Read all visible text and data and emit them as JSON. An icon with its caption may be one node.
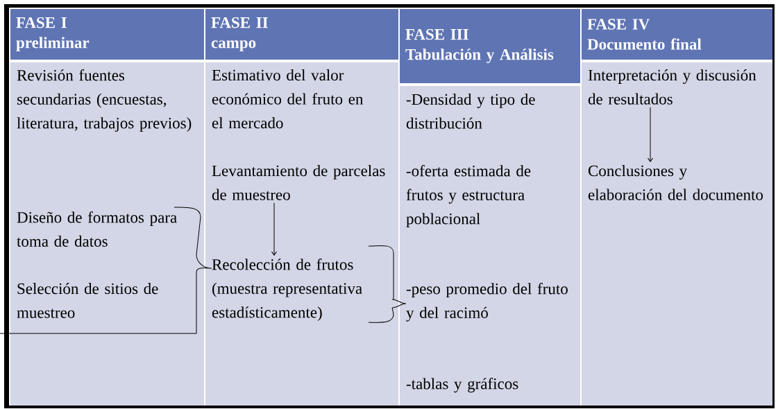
{
  "diagram": {
    "nodes": [
      {
        "text": [
          "FASE I",
          "preliminar"
        ]
      },
      {
        "text": [],
        "shape": "box"
      },
      {
        "text": [
          "Revisión fuentes secundarias (encuestas, literatura, trabajos previos)"
        ],
        "in": 1
      },
      {
        "text": [
          "Diseño de formatos para toma de datos"
        ],
        "in": 1
      },
      {
        "text": [
          "Selección de sitios de muestreo"
        ],
        "in": 1
      },
      {
        "text": [
          "FASE II",
          "campo"
        ]
      },
      {
        "text": [],
        "shape": "box"
      },
      {
        "text": [
          "Estimativo del valor económico del fruto en el mercado"
        ],
        "in": 6
      },
      {
        "text": [
          "Levantamiento de parcelas de muestreo"
        ],
        "in": 6
      },
      {
        "text": [
          "Recolección de frutos (muestra representativa estadísticamente)"
        ],
        "in": 6
      },
      {
        "text": [
          "FASE III",
          "Tabulación y Análisis"
        ]
      },
      {
        "text": [],
        "shape": "box"
      },
      {
        "text": [
          "-Densidad y tipo de distribución"
        ],
        "in": 11
      },
      {
        "text": [
          "-oferta estimada de frutos y estructura poblacional"
        ],
        "in": 11
      },
      {
        "text": [
          "-peso promedio del fruto y del racimó"
        ],
        "in": 11
      },
      {
        "text": [
          "-tablas y gráficos"
        ],
        "in": 11
      },
      {
        "text": [
          "FASE IV",
          "Documento final"
        ]
      },
      {
        "text": [],
        "shape": "box"
      },
      {
        "text": [
          "Interpretación y discusión de resultados"
        ],
        "in": 17
      },
      {
        "text": [
          "Conclusiones y elaboración del documento"
        ],
        "in": 17
      }
    ],
    "edges": [
      {
        "from": 3,
        "to": 9,
        "arrow": "none"
      },
      {
        "from": 4,
        "to": 9,
        "arrow": "none"
      },
      {
        "from": 8,
        "to": 9,
        "arrow": "to"
      },
      {
        "from": 9,
        "to": 14,
        "arrow": "none"
      },
      {
        "from": 18,
        "to": 19,
        "arrow": "to"
      }
    ]
  }
}
